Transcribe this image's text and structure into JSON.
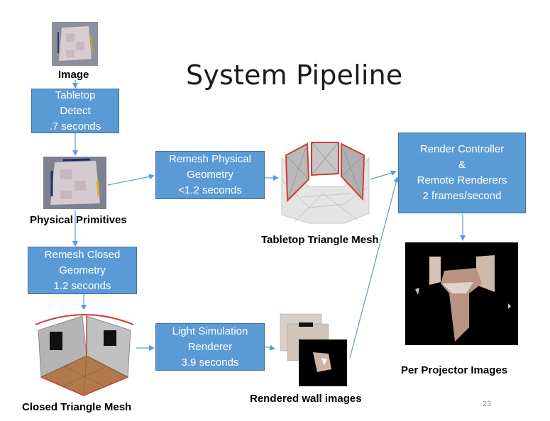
{
  "slide": {
    "title": "System Pipeline",
    "page_number": "23"
  },
  "boxes": {
    "tabletop_detect": [
      "Tabletop",
      "Detect",
      ".7 seconds"
    ],
    "remesh_physical": [
      "Remesh Physical",
      "Geometry",
      "<1.2 seconds"
    ],
    "remesh_closed": [
      "Remesh Closed",
      "Geometry",
      "1.2 seconds"
    ],
    "light_sim": [
      "Light Simulation",
      "Renderer",
      "3.9 seconds"
    ],
    "render_controller": [
      "Render Controller",
      "&",
      "Remote Renderers",
      "2 frames/second"
    ]
  },
  "labels": {
    "image": "Image",
    "physical_primitives": "Physical Primitives",
    "tabletop_mesh": "Tabletop Triangle Mesh",
    "closed_mesh": "Closed Triangle Mesh",
    "rendered_walls": "Rendered wall images",
    "projector_images": "Per Projector Images"
  },
  "colors": {
    "box_fill": "#5b9bd5",
    "arrow": "#5b9bd5",
    "mesh_edge": "#d23a3a"
  }
}
